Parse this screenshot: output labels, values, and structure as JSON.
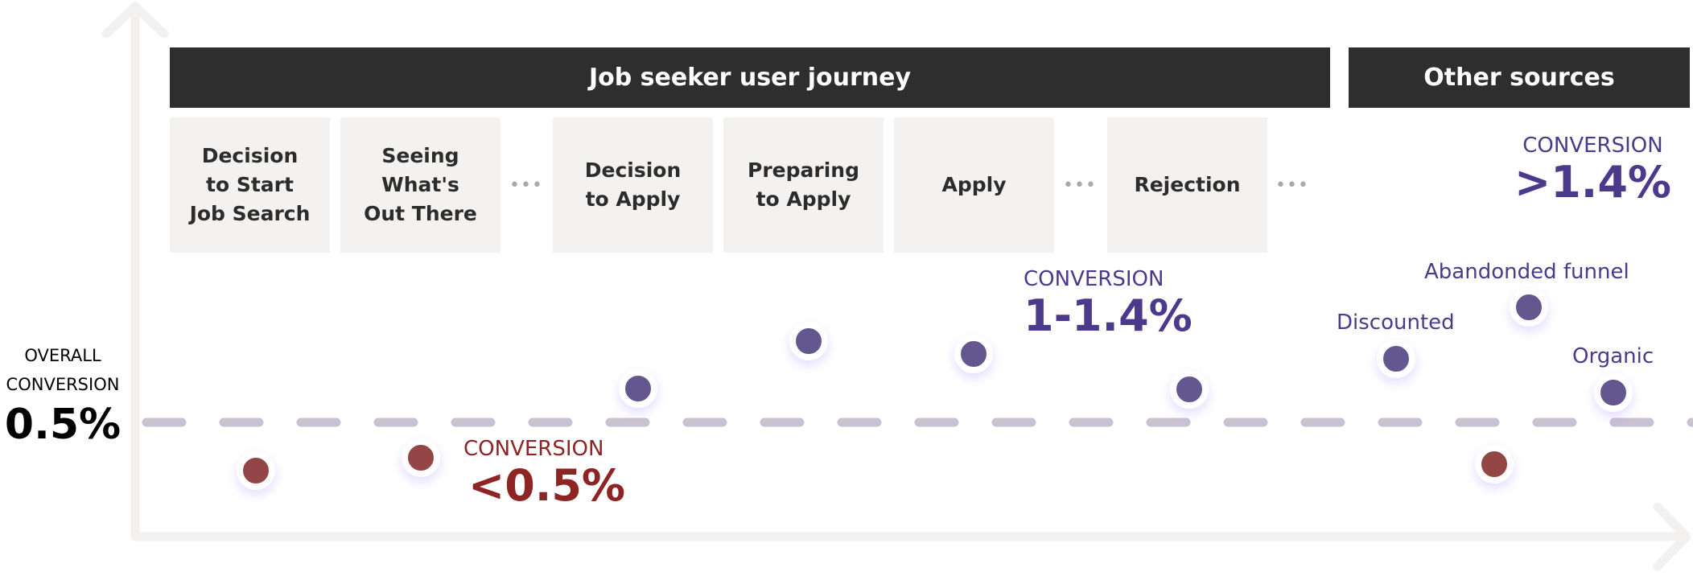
{
  "header": {
    "journey_title": "Job seeker user journey",
    "other_title": "Other sources"
  },
  "stages": [
    {
      "label": "Decision\nto Start\nJob Search"
    },
    {
      "label": "Seeing\nWhat's\nOut There"
    },
    {
      "label": "Decision\nto Apply"
    },
    {
      "label": "Preparing\nto Apply"
    },
    {
      "label": "Apply"
    },
    {
      "label": "Rejection"
    }
  ],
  "ellipsis": "•••",
  "overall": {
    "label_line1": "OVERALL",
    "label_line2": "CONVERSION",
    "value": "0.5%"
  },
  "conversions": {
    "low": {
      "label": "CONVERSION",
      "value": "<0.5%"
    },
    "mid": {
      "label": "CONVERSION",
      "value": "1-1.4%"
    },
    "high": {
      "label": "CONVERSION",
      "value": ">1.4%"
    }
  },
  "other_sources": {
    "discounted": "Discounted",
    "abandoned": "Abandonded funnel",
    "organic": "Organic"
  },
  "colors": {
    "purple": "#4b3a8c",
    "red": "#8e2424",
    "dark": "#2e2e2e",
    "box": "#f3f2f1"
  }
}
